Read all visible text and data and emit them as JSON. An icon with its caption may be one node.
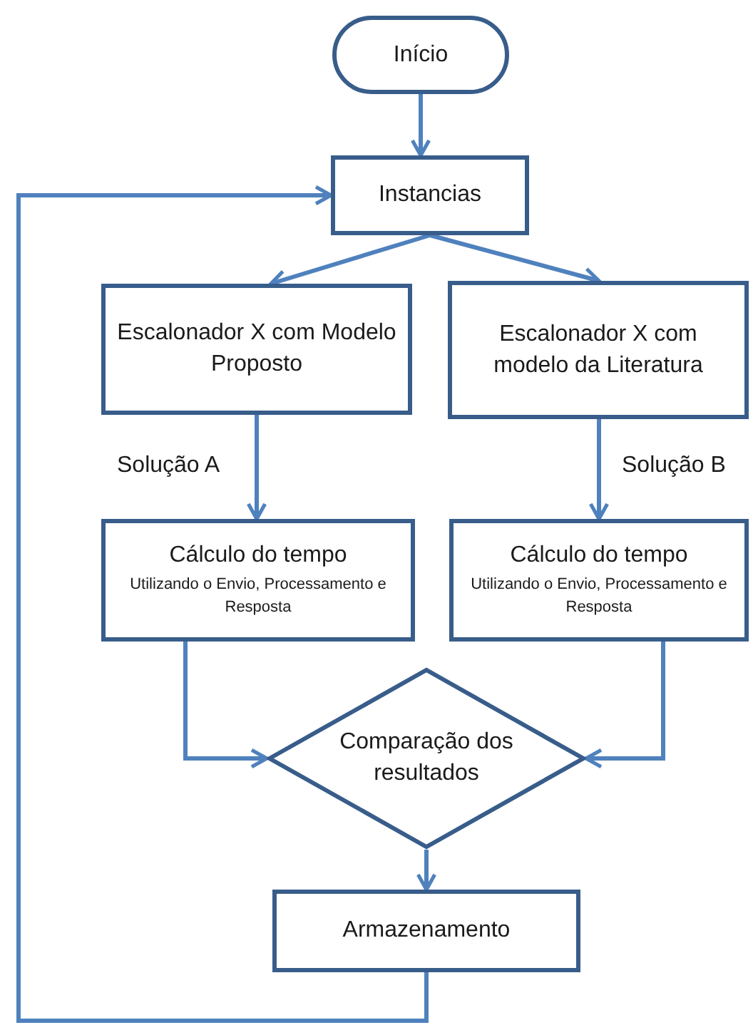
{
  "diagram": {
    "nodes": [
      {
        "text": [
          "Início"
        ]
      },
      {
        "text": [
          "Instancias"
        ]
      },
      {
        "text": [
          "Escalonador X com Modelo Proposto"
        ]
      },
      {
        "text": [
          "Escalonador X com modelo da Literatura"
        ]
      },
      {
        "text": [
          "Cálculo do tempo",
          "Utilizando o Envio, Processamento e Resposta"
        ]
      },
      {
        "text": [
          "Cálculo do tempo",
          "Utilizando o Envio, Processamento e Resposta"
        ]
      },
      {
        "text": [
          "Comparação dos resultados"
        ]
      },
      {
        "text": [
          "Armazenamento"
        ]
      }
    ],
    "edges": [
      {
        "from": 0,
        "to": 1,
        "arrow": "to"
      },
      {
        "from": 1,
        "to": 2,
        "arrow": "to"
      },
      {
        "from": 1,
        "to": 3,
        "arrow": "to"
      },
      {
        "from": 2,
        "to": 4,
        "arrow": "to",
        "label": "Solução A"
      },
      {
        "from": 3,
        "to": 5,
        "arrow": "to",
        "label": "Solução B"
      },
      {
        "from": 4,
        "to": 6,
        "arrow": "to"
      },
      {
        "from": 5,
        "to": 6,
        "arrow": "to"
      },
      {
        "from": 6,
        "to": 7,
        "arrow": "to"
      },
      {
        "from": 7,
        "to": 1,
        "arrow": "to"
      }
    ]
  }
}
